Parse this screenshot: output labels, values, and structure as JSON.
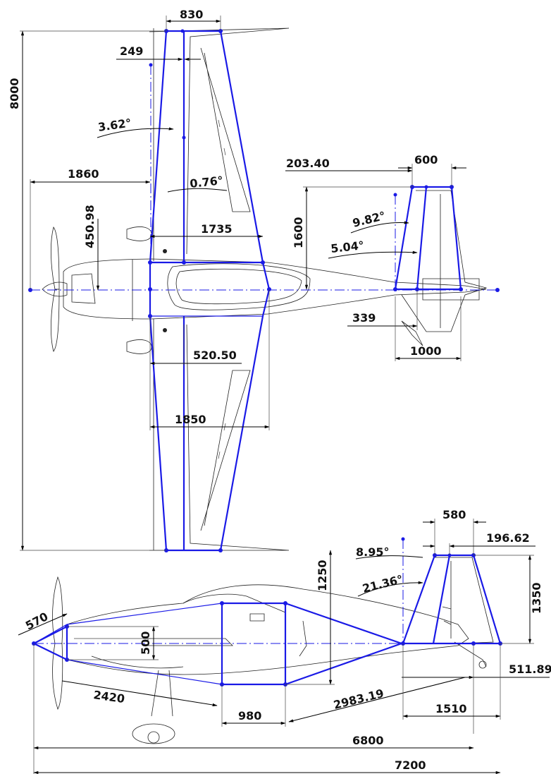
{
  "colors": {
    "construction": "#1a1ae6",
    "drawing": "#222222",
    "background": "#ffffff"
  },
  "top_view": {
    "dims": {
      "wing_tip_chord": "830",
      "tip_offset": "249",
      "wing_span": "8000",
      "le_sweep": "3.62°",
      "nose_to_wing": "1860",
      "te_sweep": "0.76°",
      "fuselage_width": "450.98",
      "mid_chord": "1735",
      "fuselage_half": "520.50",
      "root_chord": "1850",
      "tail_offset": "203.40",
      "tail_tip_chord": "600",
      "tail_span": "1600",
      "tail_le_sweep": "9.82°",
      "tail_te_sweep": "5.04°",
      "tail_offset2": "339",
      "tail_root_chord": "1000"
    }
  },
  "side_view": {
    "dims": {
      "fin_tip_chord": "580",
      "fin_offset": "196.62",
      "fin_le_angle": "8.95°",
      "fuselage_height": "1250",
      "fin_te_angle": "21.36°",
      "fin_height": "1350",
      "spinner": "570",
      "cockpit_height": "500",
      "fin_bottom": "511.89",
      "nose_length": "2420",
      "tail_cone": "2983.19",
      "mid_section": "980",
      "fin_root": "1510",
      "fuselage_length": "6800",
      "total_length": "7200"
    }
  }
}
